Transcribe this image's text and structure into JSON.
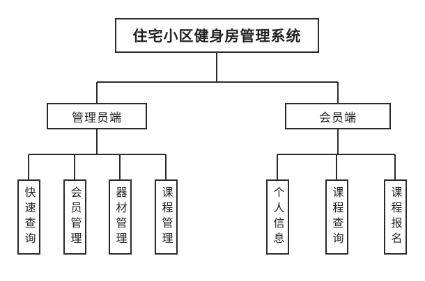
{
  "title": "住宅小区健身房管理系统",
  "branches": [
    {
      "label": "管理员端",
      "children": [
        "快速查询",
        "会员管理",
        "器材管理",
        "课程管理"
      ]
    },
    {
      "label": "会员端",
      "children": [
        "个人信息",
        "课程查询",
        "课程报名"
      ]
    }
  ]
}
